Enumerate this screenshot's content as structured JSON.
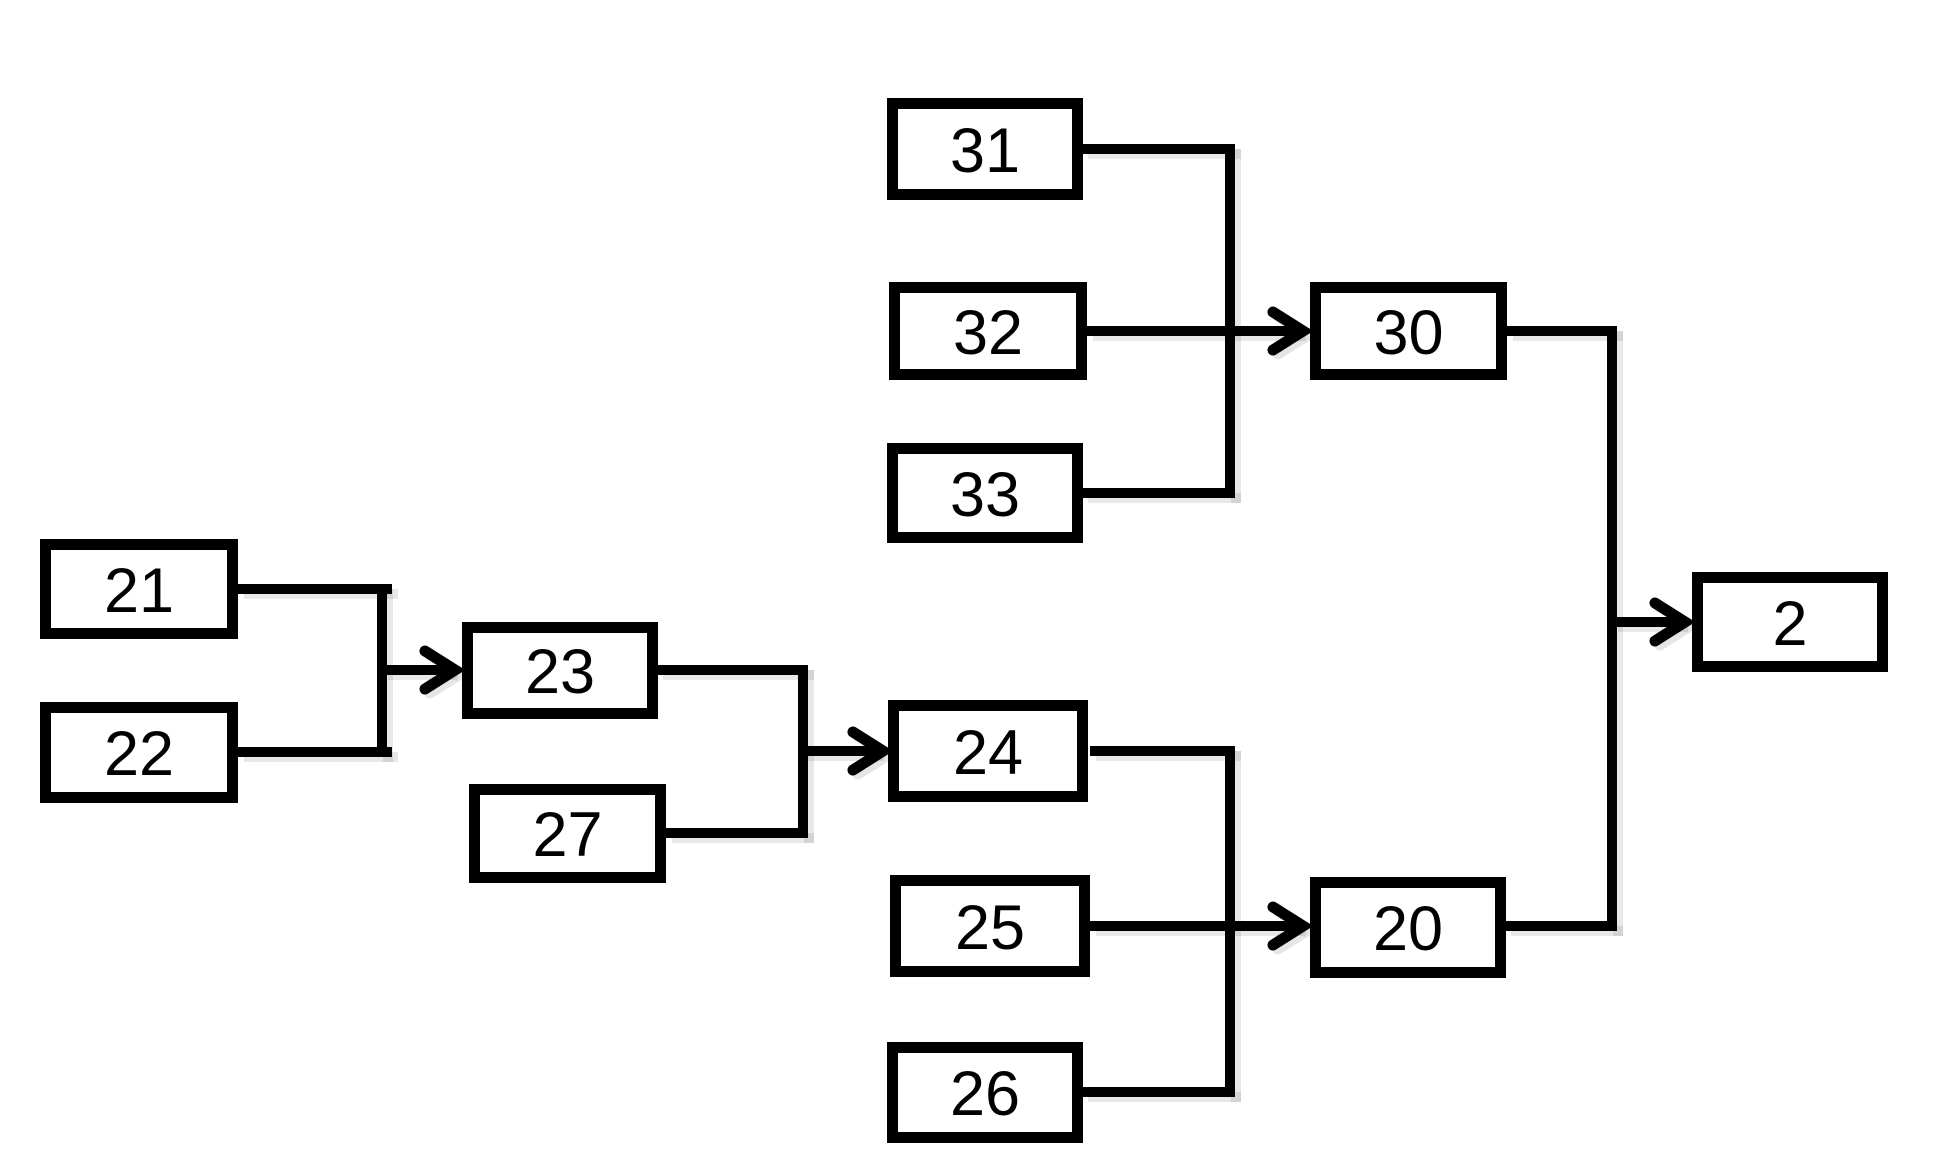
{
  "figure": {
    "type": "block-diagram",
    "background_color": "#ffffff",
    "line_color": "#000000",
    "box_fill": "#ffffff"
  },
  "diagram": {
    "nodes": [
      {
        "id": "31",
        "label": "31"
      },
      {
        "id": "32",
        "label": "32"
      },
      {
        "id": "33",
        "label": "33"
      },
      {
        "id": "30",
        "label": "30"
      },
      {
        "id": "21",
        "label": "21"
      },
      {
        "id": "22",
        "label": "22"
      },
      {
        "id": "23",
        "label": "23"
      },
      {
        "id": "27",
        "label": "27"
      },
      {
        "id": "24",
        "label": "24"
      },
      {
        "id": "25",
        "label": "25"
      },
      {
        "id": "26",
        "label": "26"
      },
      {
        "id": "20",
        "label": "20"
      },
      {
        "id": "2",
        "label": "2"
      }
    ],
    "edges": [
      {
        "from": "21",
        "to": "23"
      },
      {
        "from": "22",
        "to": "23"
      },
      {
        "from": "23",
        "to": "24"
      },
      {
        "from": "27",
        "to": "24"
      },
      {
        "from": "31",
        "to": "30"
      },
      {
        "from": "32",
        "to": "30"
      },
      {
        "from": "33",
        "to": "30"
      },
      {
        "from": "24",
        "to": "20"
      },
      {
        "from": "25",
        "to": "20"
      },
      {
        "from": "26",
        "to": "20"
      },
      {
        "from": "30",
        "to": "2"
      },
      {
        "from": "20",
        "to": "2"
      }
    ]
  }
}
